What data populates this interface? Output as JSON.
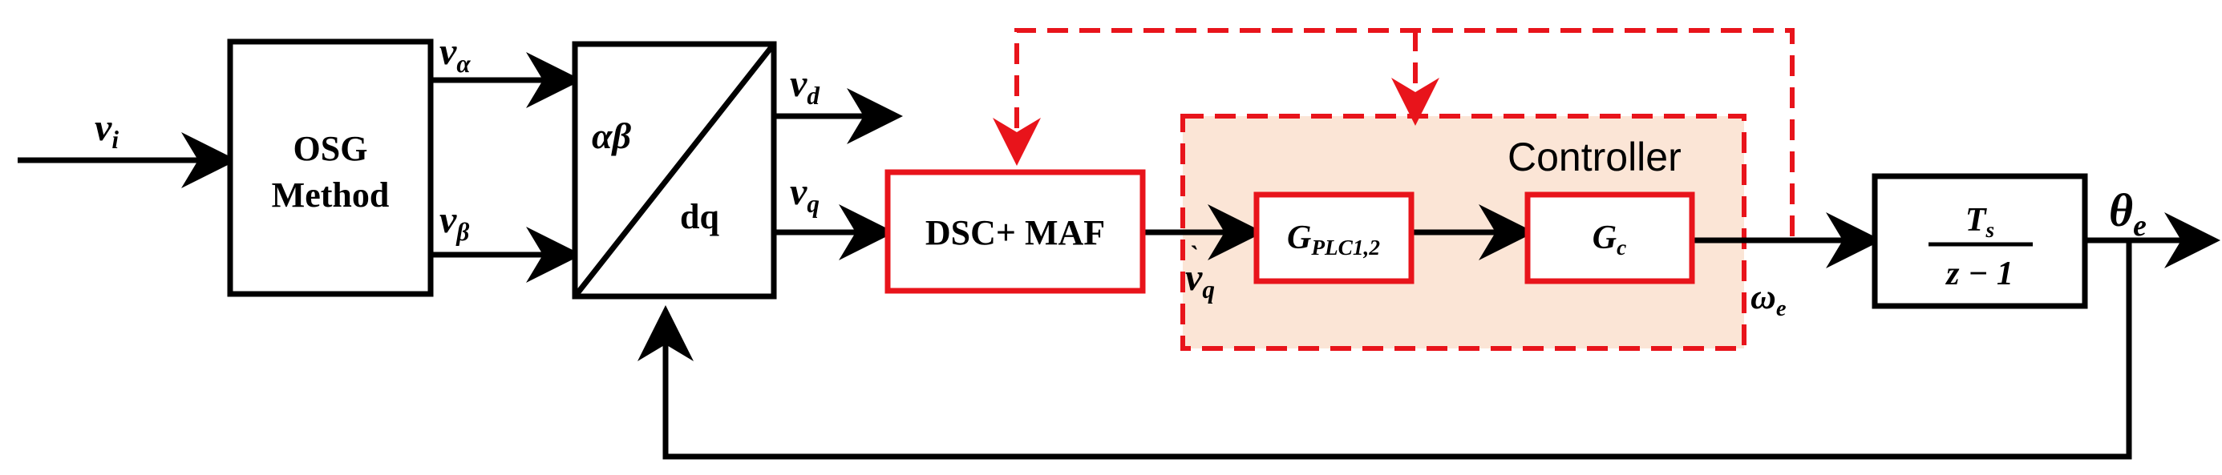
{
  "blocks": {
    "osg": {
      "line1": "OSG",
      "line2": "Method"
    },
    "park": {
      "top": "αβ",
      "bottom": "dq"
    },
    "dsc_maf": {
      "label": "DSC+ MAF"
    },
    "gplc": {
      "main": "G",
      "sub": "PLC1,2"
    },
    "gc": {
      "main": "G",
      "sub": "c"
    },
    "integrator": {
      "numerator": "T",
      "numerator_sub": "s",
      "denominator": "z − 1"
    }
  },
  "controller": {
    "label": "Controller",
    "fill_color": "#fbe5d6",
    "border_color": "#e8141b"
  },
  "signals": {
    "vi": {
      "main": "v",
      "sub": "i"
    },
    "valpha": {
      "main": "v",
      "sub": "α"
    },
    "vbeta": {
      "main": "v",
      "sub": "β"
    },
    "vd": {
      "main": "v",
      "sub": "d"
    },
    "vq": {
      "main": "v",
      "sub": "q"
    },
    "vq_hat": {
      "main": "v",
      "sub": "q"
    },
    "omega": {
      "main": "ω",
      "sub": "e"
    },
    "theta": {
      "main": "θ",
      "sub": "e"
    }
  },
  "colors": {
    "accent_red": "#e8141b",
    "line": "#000000"
  }
}
